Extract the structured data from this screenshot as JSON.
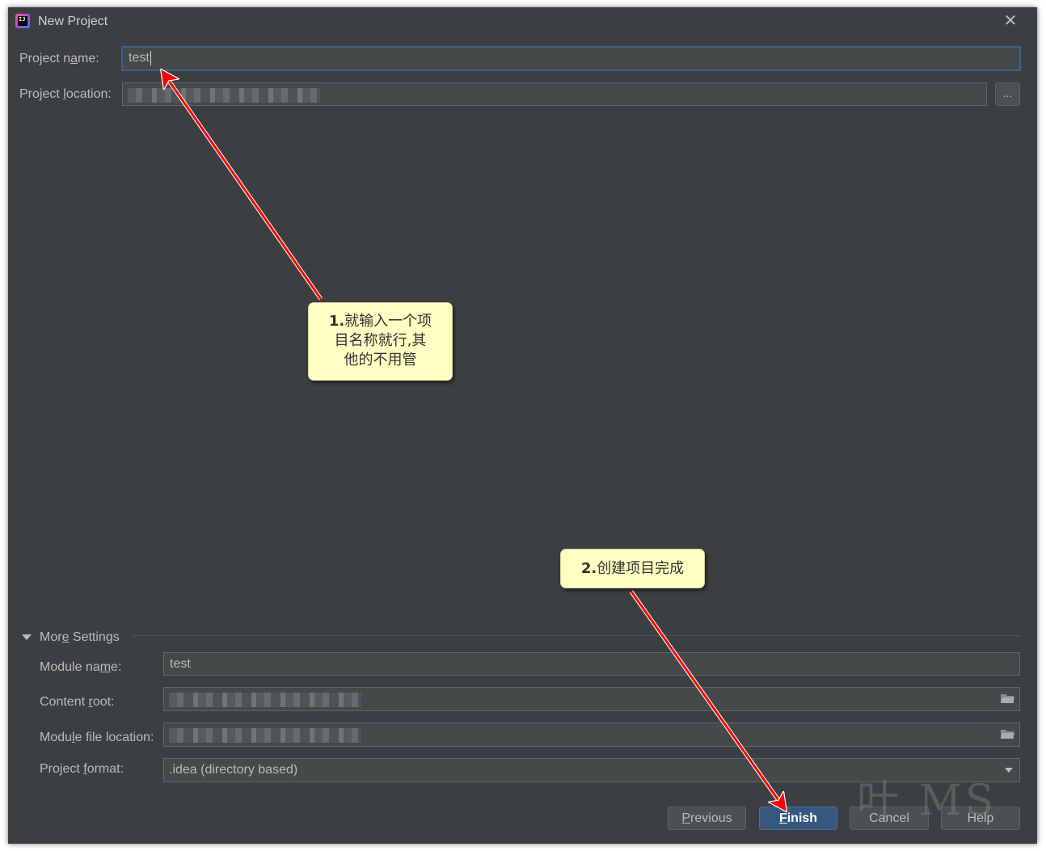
{
  "window": {
    "title": "New Project",
    "app_icon_text": "IJ"
  },
  "project_name": {
    "label_pre": "Project n",
    "label_mn": "a",
    "label_post": "me:",
    "value": "test"
  },
  "project_location": {
    "label_pre": "Project ",
    "label_mn": "l",
    "label_post": "ocation:",
    "browse_label": "..."
  },
  "more_settings": {
    "toggle_pre": "Mor",
    "toggle_mn": "e",
    "toggle_post": " Settings",
    "module_name": {
      "label_pre": "Module na",
      "label_mn": "m",
      "label_post": "e:",
      "value": "test"
    },
    "content_root": {
      "label_pre": "Content ",
      "label_mn": "r",
      "label_post": "oot:"
    },
    "module_file_location": {
      "label_pre": "Modu",
      "label_mn": "l",
      "label_post": "e file location:"
    },
    "project_format": {
      "label_pre": "Project ",
      "label_mn": "f",
      "label_post": "ormat:",
      "value": ".idea (directory based)"
    }
  },
  "buttons": {
    "previous_mn": "P",
    "previous_rest": "revious",
    "finish_mn": "F",
    "finish_rest": "inish",
    "cancel": "Cancel",
    "help": "Help"
  },
  "annotations": {
    "note1_num": "1.",
    "note1_line1": "就输入一个项",
    "note1_line2": "目名称就行,其",
    "note1_line3": "他的不用管",
    "note2_num": "2.",
    "note2_text": "创建项目完成"
  },
  "watermark": "叶 MS",
  "colors": {
    "background": "#3c3f41",
    "field": "#45494a",
    "focus_border": "#3d6185",
    "default_button": "#365880",
    "callout": "#ffffc4",
    "arrow": "#ff0000"
  }
}
